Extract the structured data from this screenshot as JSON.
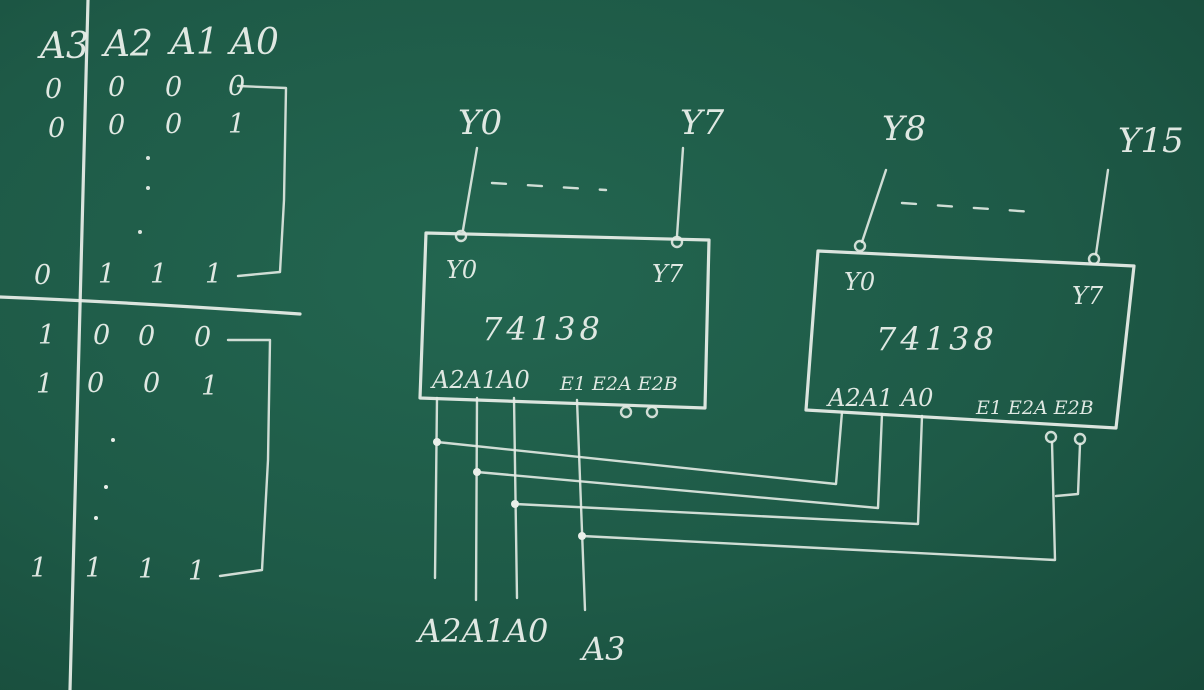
{
  "truth_table": {
    "headers": [
      "A3",
      "A2",
      "A1",
      "A0"
    ],
    "rows": [
      [
        "0",
        "0",
        "0",
        "0"
      ],
      [
        "0",
        "0",
        "0",
        "1"
      ],
      [
        "0",
        "1",
        "1",
        "1"
      ],
      [
        "1",
        "0",
        "0",
        "0"
      ],
      [
        "1",
        "0",
        "0",
        "1"
      ],
      [
        "1",
        "1",
        "1",
        "1"
      ]
    ]
  },
  "chip1": {
    "label": "74138",
    "out_first": "Y0",
    "out_last": "Y7",
    "pin_addr": "A2A1A0",
    "pin_enable": "E1 E2A E2B",
    "ext_out_first": "Y0",
    "ext_out_last": "Y7"
  },
  "chip2": {
    "label": "74138",
    "out_first": "Y0",
    "out_last": "Y7",
    "pin_addr": "A2A1 A0",
    "pin_enable": "E1 E2A E2B",
    "ext_out_first": "Y8",
    "ext_out_last": "Y15"
  },
  "inputs": {
    "addr": "A2A1A0",
    "msb": "A3"
  }
}
